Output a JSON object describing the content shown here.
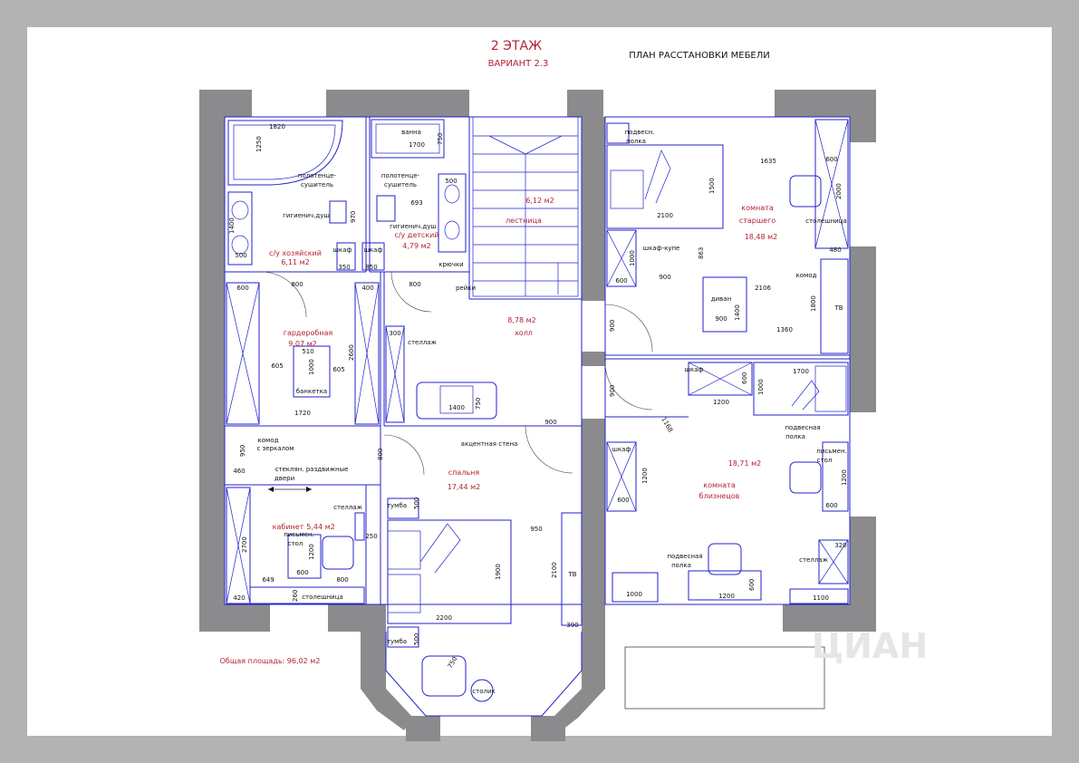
{
  "header": {
    "floor": "2 ЭТАЖ",
    "variant": "ВАРИАНТ 2.3",
    "plan_title": "ПЛАН РАССТАНОВКИ МЕБЕЛИ"
  },
  "total_area": "Общая площадь: 96,02 м2",
  "rooms": {
    "master_bath": {
      "name": "с/у хозяйский",
      "area": "6,11 м2"
    },
    "kids_bath": {
      "name": "с/у детский",
      "area": "4,79 м2"
    },
    "stairs": {
      "name": "лестница",
      "area": "6,12 м2"
    },
    "elder_room": {
      "name1": "комната",
      "name2": "старшего",
      "area": "18,48 м2"
    },
    "wardrobe": {
      "name": "гардеробная",
      "area": "9,07 м2"
    },
    "hall": {
      "name": "холл",
      "area": "8,78 м2"
    },
    "bedroom": {
      "name": "спальня",
      "area": "17,44 м2"
    },
    "twins_room": {
      "name1": "комната",
      "name2": "близнецов",
      "area": "18,71 м2"
    },
    "office": {
      "name": "кабинет",
      "area": "5,44 м2"
    }
  },
  "labels": {
    "towel_dryer": "полотенце-",
    "towel_dryer2": "сушитель",
    "hyg_shower": "гигиенич.душ",
    "bath": "ванна",
    "cabinet": "шкаф",
    "hooks": "крючки",
    "rails": "рейки",
    "hanging_shelf1": "подвесн.",
    "hanging_shelf2": "полка",
    "wardrobe_coupe": "шкаф-купе",
    "sofa": "диван",
    "desk": "столешница",
    "chest": "комод",
    "tv": "ТВ",
    "rack": "стеллаж",
    "bench": "банкетка",
    "accent_wall": "акцентная стена",
    "chest_mirror1": "комод",
    "chest_mirror2": "с зеркалом",
    "glass_doors1": "стеклян. раздвижные",
    "glass_doors2": "двери",
    "bedside": "тумба",
    "writing_desk1": "письмен.",
    "writing_desk2": "стол",
    "hanging_shelf_b1": "подвесная",
    "hanging_shelf_b2": "полка",
    "table": "столик"
  },
  "dims": {
    "d1820": "1820",
    "d1250": "1250",
    "d1400": "1400",
    "d500": "500",
    "d970": "970",
    "d350": "350",
    "d850": "850",
    "d1700": "1700",
    "d750": "750",
    "d693": "693",
    "d1635": "1635",
    "d600": "600",
    "d2000": "2000",
    "d1500": "1500",
    "d2100": "2100",
    "d863": "863",
    "d480": "480",
    "d1000": "1000",
    "d900": "900",
    "d2106": "2106",
    "d1800": "1800",
    "d1360": "1360",
    "d800": "800",
    "d400": "400",
    "d300": "300",
    "d2600": "2600",
    "d510": "510",
    "d605": "605",
    "d1720": "1720",
    "d950": "950",
    "d460": "460",
    "d1200": "1200",
    "d1168": "1168",
    "d2700": "2700",
    "d649": "649",
    "d260": "260",
    "d420": "420",
    "d250": "250",
    "d1900": "1900",
    "d2200": "2200",
    "d390": "390",
    "d320": "320",
    "d1100": "1100"
  },
  "watermark": "ЦИАН"
}
